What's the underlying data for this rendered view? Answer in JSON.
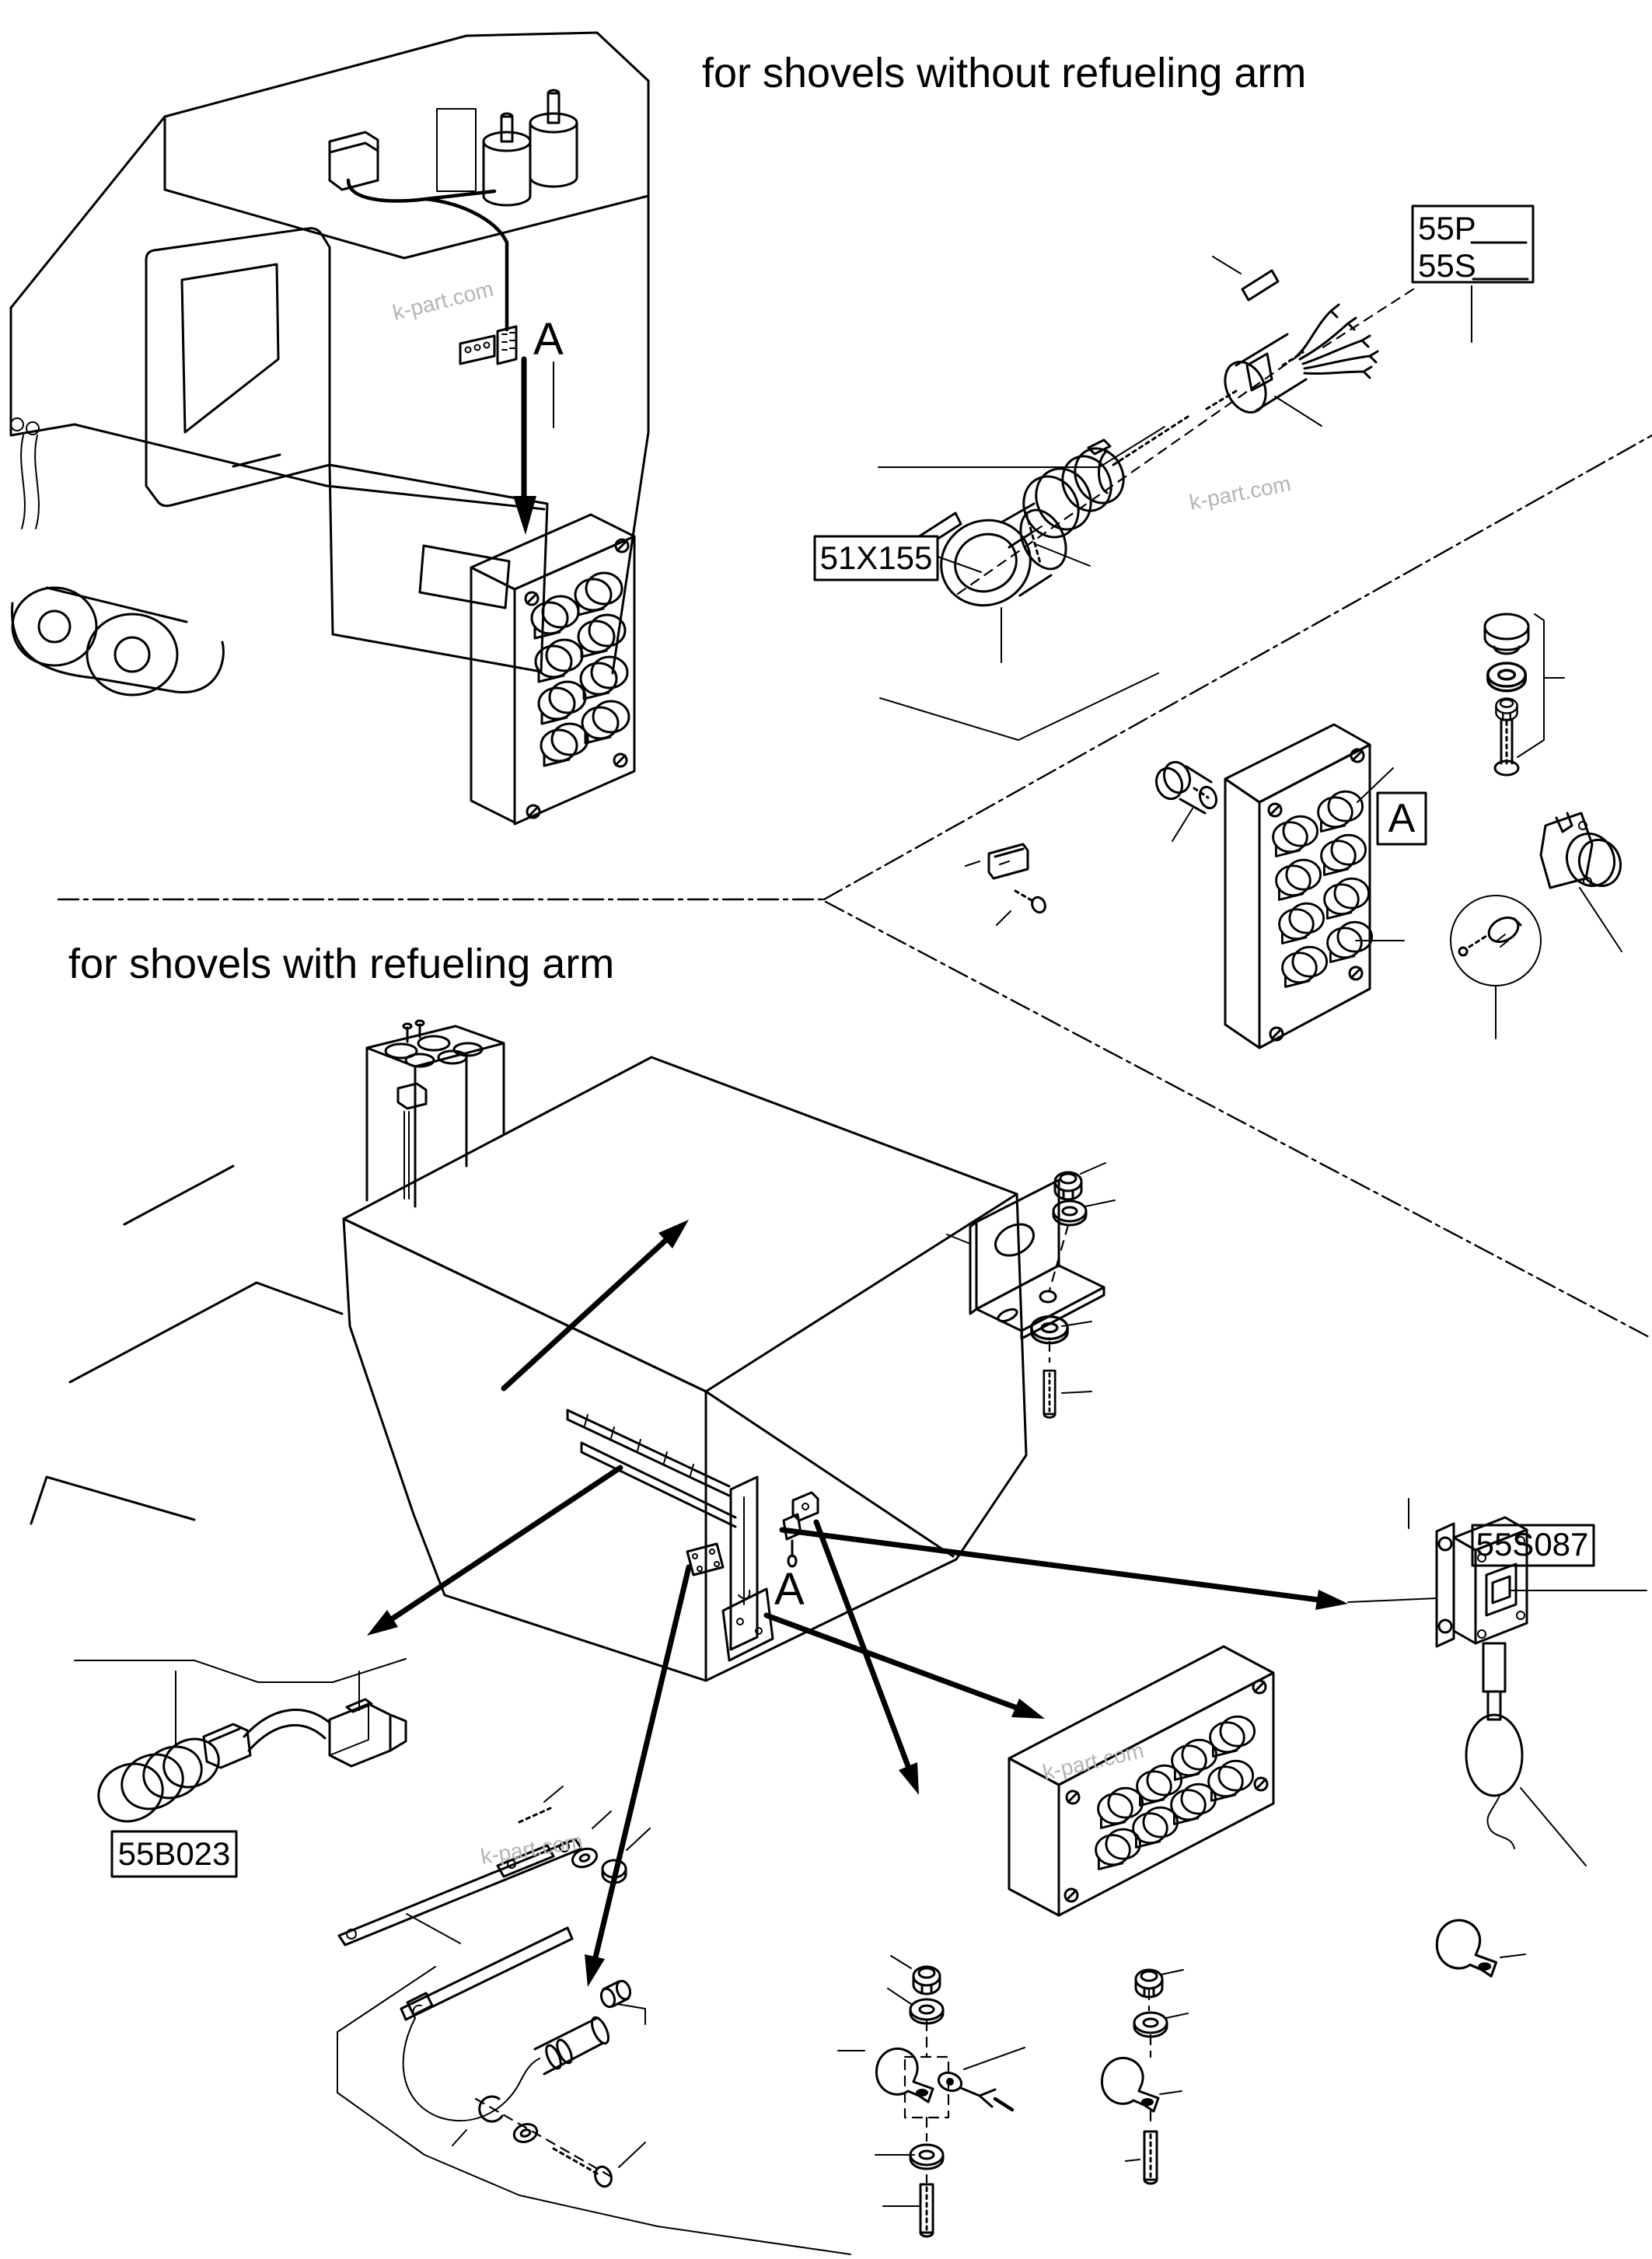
{
  "page": {
    "watermark_text": "k-part.com",
    "colors": {
      "ink": "#000000",
      "paper": "#ffffff",
      "watermark": "#b4b4b4"
    }
  },
  "top": {
    "title": "for shovels without refueling arm",
    "detail_marker": "A",
    "connector_label": "51X155",
    "part_prefix_1": "55P",
    "part_prefix_2": "55S"
  },
  "bottom": {
    "title": "for shovels with refueling arm",
    "detail_marker": "A",
    "boxed_marker": "A",
    "sensor_label": "55S087",
    "plug_label": "55B023"
  }
}
